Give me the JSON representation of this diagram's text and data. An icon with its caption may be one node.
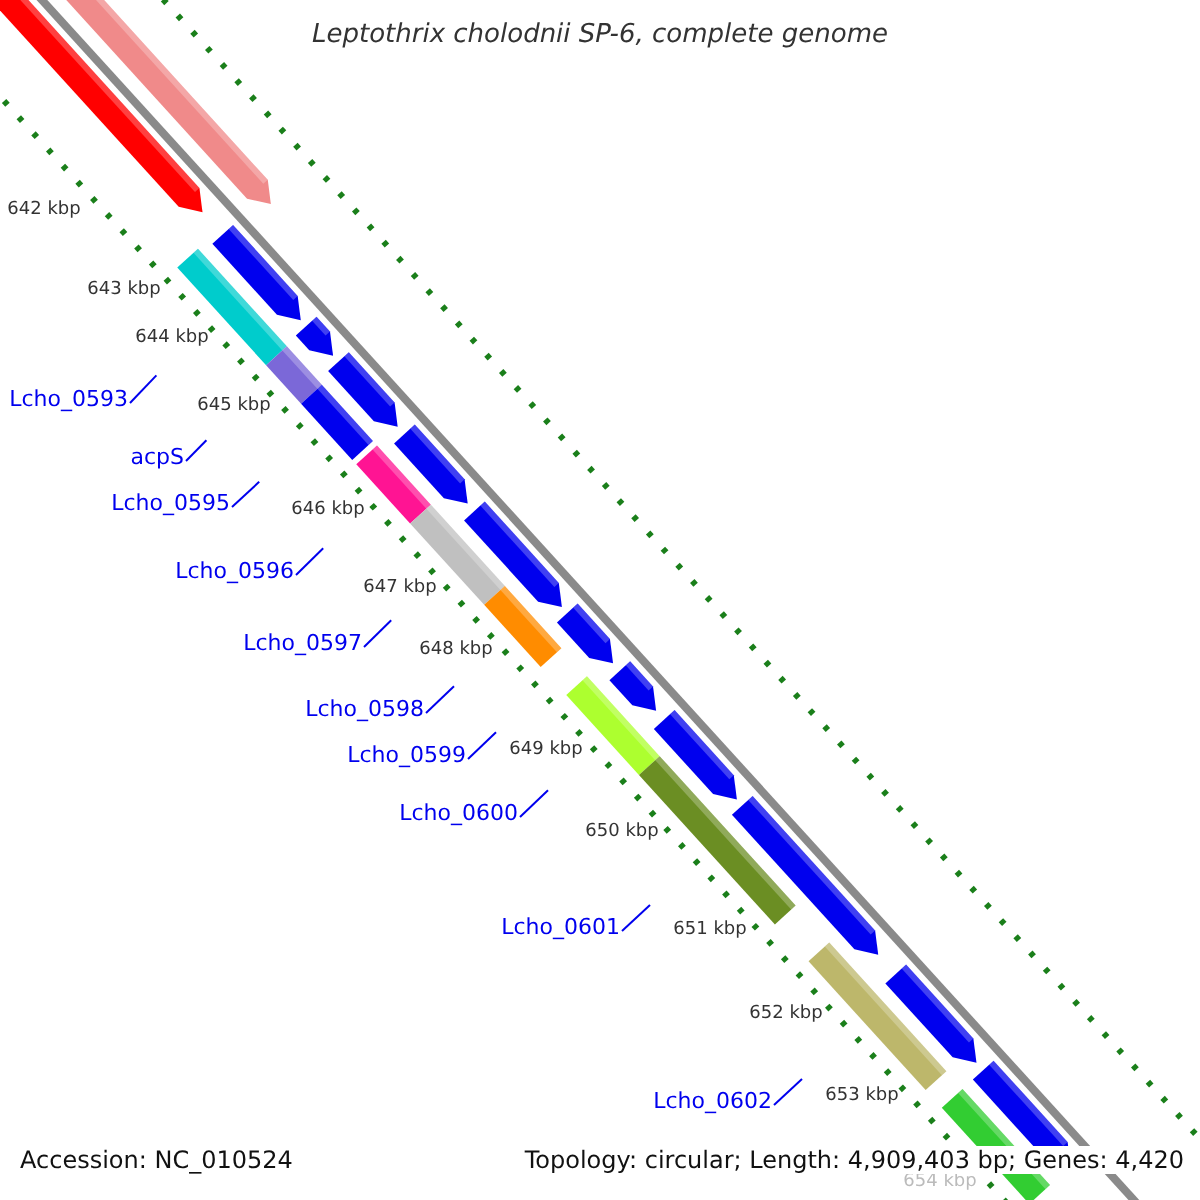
{
  "diagram": {
    "title": "Leptothrix cholodnii SP-6, complete genome",
    "nodes": [
      {
        "text": [
          "Lcho_0593"
        ]
      },
      {
        "text": [
          "acpS"
        ]
      },
      {
        "text": [
          "Lcho_0595"
        ]
      },
      {
        "text": [
          "Lcho_0596"
        ]
      },
      {
        "text": [
          "Lcho_0597"
        ]
      },
      {
        "text": [
          "Lcho_0598"
        ]
      },
      {
        "text": [
          "Lcho_0599"
        ]
      },
      {
        "text": [
          "Lcho_0600"
        ]
      },
      {
        "text": [
          "Lcho_0601"
        ]
      },
      {
        "text": [
          "Lcho_0602"
        ]
      }
    ],
    "edges": [
      {
        "from": 0,
        "to": null,
        "arrow": "none"
      },
      {
        "from": 1,
        "to": null,
        "arrow": "none"
      },
      {
        "from": 2,
        "to": null,
        "arrow": "none"
      },
      {
        "from": 3,
        "to": null,
        "arrow": "none"
      },
      {
        "from": 4,
        "to": null,
        "arrow": "none"
      },
      {
        "from": 5,
        "to": null,
        "arrow": "none"
      },
      {
        "from": 6,
        "to": null,
        "arrow": "none"
      },
      {
        "from": 7,
        "to": null,
        "arrow": "none"
      },
      {
        "from": 8,
        "to": null,
        "arrow": "none"
      },
      {
        "from": 9,
        "to": null,
        "arrow": "none"
      }
    ],
    "labels": [
      "642 kbp",
      "643 kbp",
      "644 kbp",
      "645 kbp",
      "646 kbp",
      "647 kbp",
      "648 kbp",
      "649 kbp",
      "650 kbp",
      "651 kbp",
      "652 kbp",
      "653 kbp",
      "654 kbp",
      "Accession: NC_010524",
      "Topology: circular; Length: 4,909,403 bp; Genes: 4,420"
    ]
  }
}
